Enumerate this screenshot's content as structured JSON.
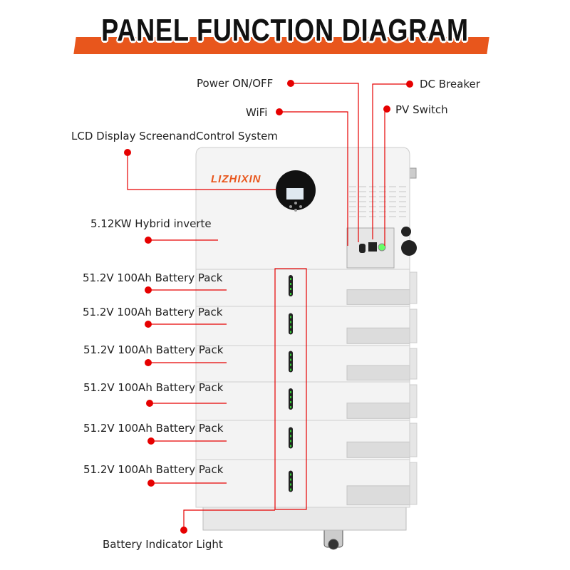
{
  "title": "PANEL FUNCTION DIAGRAM",
  "brand": "LIZHIXIN",
  "accent_color": "#e8561c",
  "callout_color": "#e60000",
  "labels": {
    "power": "Power ON/OFF",
    "dc_breaker": "DC Breaker",
    "wifi": "WiFi",
    "pv_switch": "PV Switch",
    "lcd": "LCD Display ScreenandControl System",
    "inverter": "5.12KW Hybrid inverte",
    "battery_indicator": "Battery Indicator Light"
  },
  "battery_packs": [
    "51.2V 100Ah Battery Pack",
    "51.2V 100Ah Battery Pack",
    "51.2V 100Ah Battery Pack",
    "51.2V 100Ah Battery Pack",
    "51.2V 100Ah Battery Pack",
    "51.2V 100Ah Battery Pack"
  ]
}
